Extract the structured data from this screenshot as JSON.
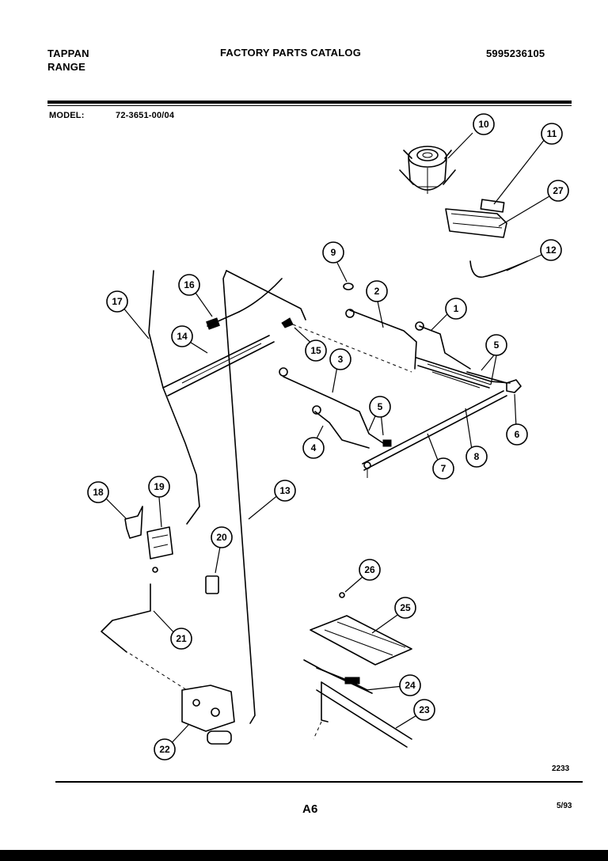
{
  "header": {
    "brand": "TAPPAN",
    "product": "RANGE",
    "catalog_title": "FACTORY PARTS CATALOG",
    "catalog_number": "5995236105",
    "model_label": "MODEL:",
    "model_number": "72-3651-00/04"
  },
  "footer": {
    "diagram_code": "2233",
    "page_label": "A6",
    "date": "5/93"
  },
  "callouts": [
    "1",
    "2",
    "3",
    "4",
    "5",
    "5",
    "6",
    "7",
    "8",
    "9",
    "10",
    "11",
    "12",
    "13",
    "14",
    "15",
    "16",
    "17",
    "18",
    "19",
    "20",
    "21",
    "22",
    "23",
    "24",
    "25",
    "26",
    "27"
  ]
}
